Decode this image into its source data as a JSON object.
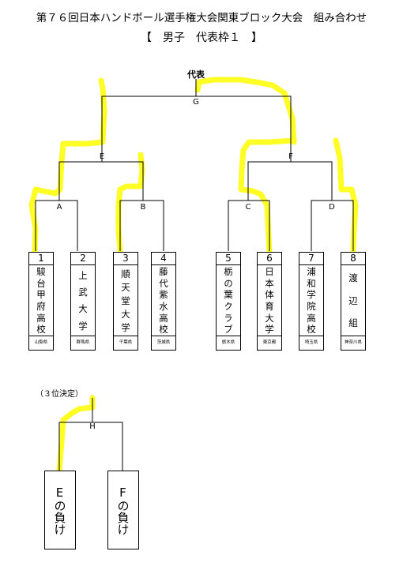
{
  "title": "第７６回日本ハンドボール選手権大会関東ブロック大会　組み合わせ",
  "subtitle": "【　男子　代表枠１　】",
  "champion_label": "代表",
  "match_labels": {
    "G": "G",
    "E": "E",
    "F": "F",
    "A": "A",
    "B": "B",
    "C": "C",
    "D": "D",
    "H": "H"
  },
  "teams": [
    {
      "num": "1",
      "name": "駿台甲府高校",
      "pref": "山梨県"
    },
    {
      "num": "2",
      "name": "上武大学",
      "pref": "群馬県"
    },
    {
      "num": "3",
      "name": "順天堂大学",
      "pref": "千葉県"
    },
    {
      "num": "4",
      "name": "藤代紫水高校",
      "pref": "茨城県"
    },
    {
      "num": "5",
      "name": "栃の葉クラブ",
      "pref": "栃木県"
    },
    {
      "num": "6",
      "name": "日本体育大学",
      "pref": "東京都"
    },
    {
      "num": "7",
      "name": "浦和学院高校",
      "pref": "埼玉県"
    },
    {
      "num": "8",
      "name": "渡辺組",
      "pref": "神奈川県"
    }
  ],
  "third_place_label": "（３位決定）",
  "third_place": [
    {
      "name": "Eの負け"
    },
    {
      "name": "Fの負け"
    }
  ],
  "colors": {
    "highlight": "#ffff00",
    "line": "#000000"
  }
}
